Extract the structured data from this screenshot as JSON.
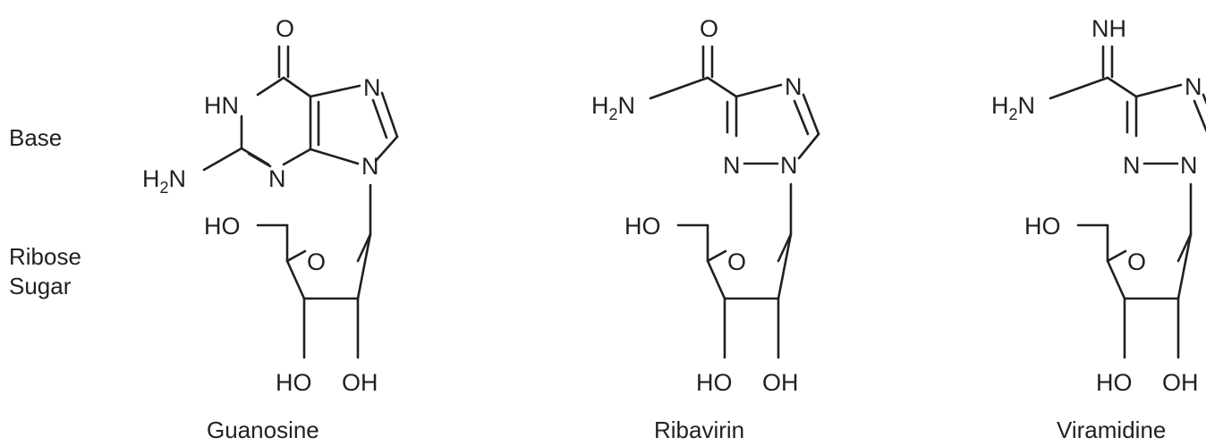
{
  "side_labels": {
    "base": "Base",
    "ribose_line1": "Ribose",
    "ribose_line2": "Sugar"
  },
  "molecules": [
    {
      "name": "Guanosine",
      "atoms": {
        "o_top": "O",
        "hn": "HN",
        "n7": "N",
        "n9": "N",
        "n3": "N",
        "h2n_h": "H",
        "h2n_2": "2",
        "h2n_n": "N",
        "ho5": "HO",
        "o_ring": "O",
        "ho3": "HO",
        "oh2": "OH"
      }
    },
    {
      "name": "Ribavirin",
      "atoms": {
        "o_top": "O",
        "h2n_h": "H",
        "h2n_2": "2",
        "h2n_n": "N",
        "n_a": "N",
        "n_b": "N",
        "n_c": "N",
        "ho5": "HO",
        "o_ring": "O",
        "ho3": "HO",
        "oh2": "OH"
      }
    },
    {
      "name": "Viramidine",
      "atoms": {
        "nh_top": "NH",
        "h2n_h": "H",
        "h2n_2": "2",
        "h2n_n": "N",
        "n_a": "N",
        "n_b": "N",
        "n_c": "N",
        "ho5": "HO",
        "o_ring": "O",
        "ho3": "HO",
        "oh2": "OH"
      }
    }
  ]
}
